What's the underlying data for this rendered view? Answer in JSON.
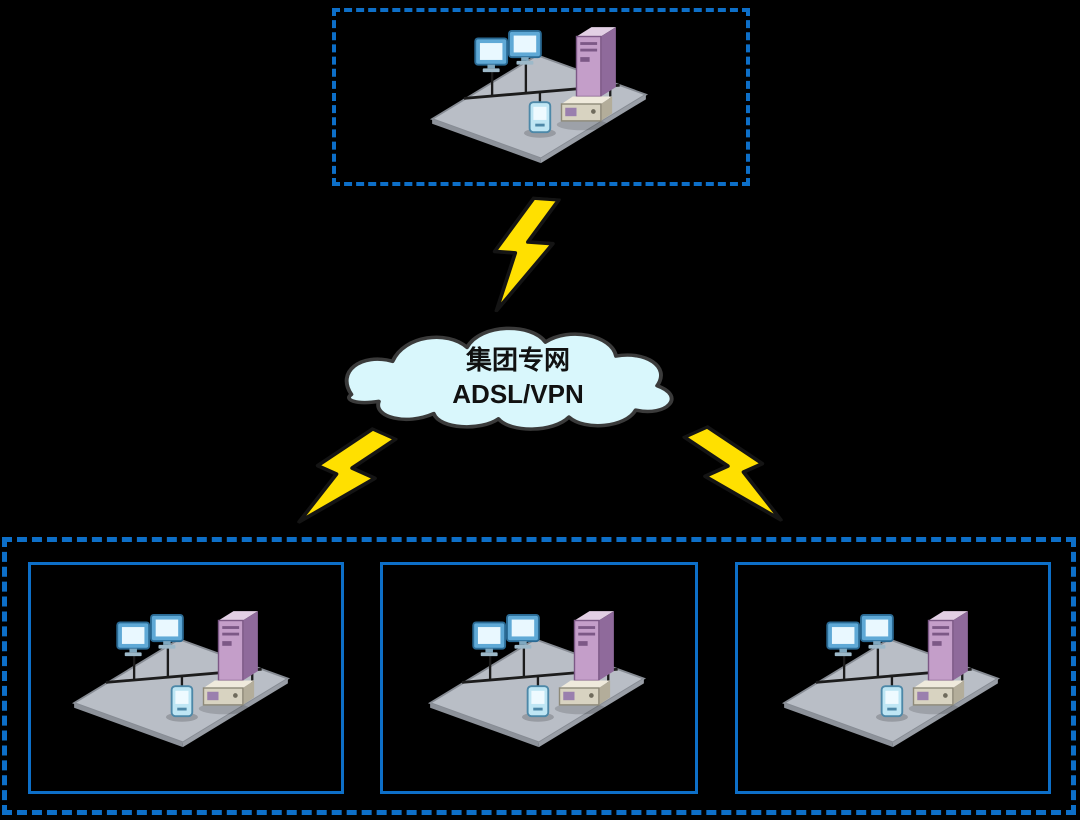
{
  "cloud": {
    "label_line1": "集团专网",
    "label_line2": "ADSL/VPN",
    "icon": "network-cloud-icon"
  },
  "zones": {
    "headquarters": {
      "icon": "lan-cluster-icon"
    },
    "branches": {
      "count": 3,
      "items": [
        {
          "icon": "lan-cluster-icon"
        },
        {
          "icon": "lan-cluster-icon"
        },
        {
          "icon": "lan-cluster-icon"
        }
      ]
    }
  },
  "links": [
    {
      "icon": "lightning-bolt-icon",
      "position": "top"
    },
    {
      "icon": "lightning-bolt-icon",
      "position": "left"
    },
    {
      "icon": "lightning-bolt-icon",
      "position": "right"
    }
  ],
  "colors": {
    "background": "#000000",
    "zone_border": "#0d6fc8",
    "branch_border": "#0d6fc8",
    "cloud_fill": "#d9f7fc",
    "cloud_stroke": "#3a3a3a",
    "lightning_fill": "#ffe000",
    "lightning_stroke": "#141414",
    "cloud_text": "#111111"
  }
}
